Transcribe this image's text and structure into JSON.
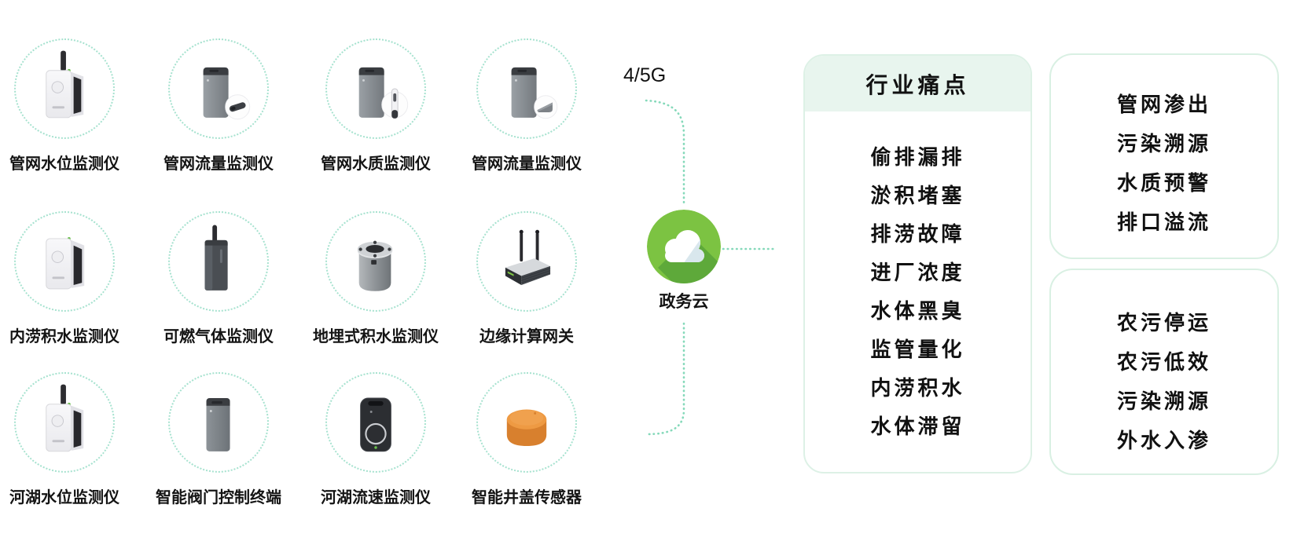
{
  "network_label": "4/5G",
  "cloud": {
    "label": "政务云",
    "color": "#7cc342",
    "shadow_color": "#5ea93a",
    "cloud_blue": "#d9e7ed"
  },
  "colors": {
    "circle_dotted_border": "#a6e2cf",
    "connector_dots": "#85d9ba",
    "panel_header_bg": "#e8f5ee",
    "panel_border": "#ddf1e6",
    "box_border": "#d9f0e3",
    "device_orange": "#ee9a43",
    "status_green": "#6abf4b",
    "text": "#111111"
  },
  "devices": {
    "items": [
      {
        "label": "管网水位监测仪",
        "icon": "pipe-water-level-monitor"
      },
      {
        "label": "管网流量监测仪",
        "icon": "pipe-flow-monitor"
      },
      {
        "label": "管网水质监测仪",
        "icon": "pipe-water-quality-monitor"
      },
      {
        "label": "管网流量监测仪",
        "icon": "pipe-flow-monitor-2"
      },
      {
        "label": "内涝积水监测仪",
        "icon": "waterlogging-monitor"
      },
      {
        "label": "可燃气体监测仪",
        "icon": "combustible-gas-monitor"
      },
      {
        "label": "地埋式积水监测仪",
        "icon": "buried-water-monitor"
      },
      {
        "label": "边缘计算网关",
        "icon": "edge-computing-gateway"
      },
      {
        "label": "河湖水位监测仪",
        "icon": "river-water-level-monitor"
      },
      {
        "label": "智能阀门控制终端",
        "icon": "smart-valve-terminal"
      },
      {
        "label": "河湖流速监测仪",
        "icon": "river-flow-velocity-monitor"
      },
      {
        "label": "智能井盖传感器",
        "icon": "smart-manhole-sensor"
      }
    ]
  },
  "pain_panel": {
    "title": "行业痛点",
    "items": [
      "偷排漏排",
      "淤积堵塞",
      "排涝故障",
      "进厂浓度",
      "水体黑臭",
      "监管量化",
      "内涝积水",
      "水体滞留"
    ]
  },
  "outcome_boxes": [
    {
      "items": [
        "管网渗出",
        "污染溯源",
        "水质预警",
        "排口溢流"
      ]
    },
    {
      "items": [
        "农污停运",
        "农污低效",
        "污染溯源",
        "外水入渗"
      ]
    }
  ]
}
